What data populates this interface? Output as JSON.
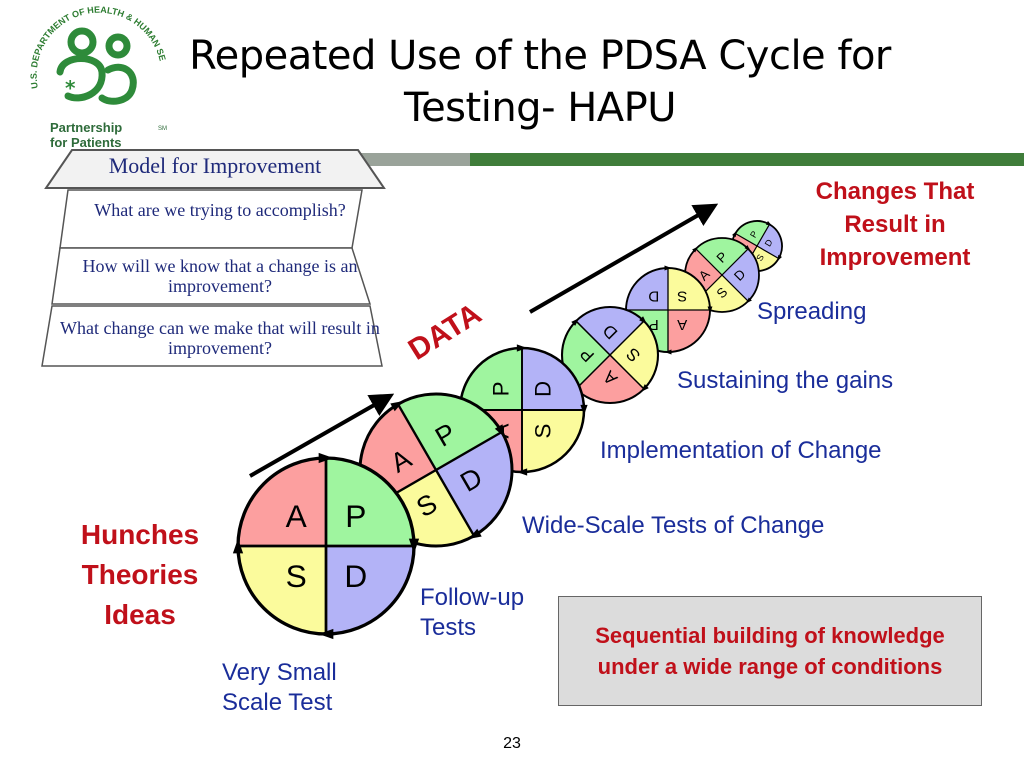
{
  "logo": {
    "agency_text": "U.S. DEPARTMENT OF HEALTH & HUMAN SERVICES",
    "program_line1": "Partnership",
    "program_line2": "for Patients",
    "mark": "SM"
  },
  "title": "Repeated Use of the PDSA Cycle for Testing- HAPU",
  "model": {
    "header": "Model for Improvement",
    "questions": [
      "What are we trying to accomplish?",
      "How will we know that a change is an improvement?",
      "What change can we make that will result in improvement?"
    ]
  },
  "cycle_letters": {
    "a": "A",
    "p": "P",
    "s": "S",
    "d": "D"
  },
  "colors": {
    "act": "#fc9f9f",
    "plan": "#9ff59f",
    "study": "#fbfb9c",
    "do": "#b3b3f7",
    "red_text": "#c0101a",
    "blue_text": "#1a2d9a",
    "green_bar": "#3f7d3a"
  },
  "data_label": "DATA",
  "stage_labels": {
    "spreading": "Spreading",
    "sustaining": "Sustaining the gains",
    "implementation": "Implementation of Change",
    "wide_scale": "Wide-Scale Tests of Change",
    "follow_up_line1": "Follow-up",
    "follow_up_line2": "Tests",
    "small_test_line1": "Very Small",
    "small_test_line2": "Scale Test"
  },
  "left_label": {
    "line1": "Hunches",
    "line2": "Theories",
    "line3": "Ideas"
  },
  "top_right_label": {
    "line1": "Changes That",
    "line2": "Result in",
    "line3": "Improvement"
  },
  "info_box": "Sequential building of knowledge under a wide range of conditions",
  "page_number": "23"
}
